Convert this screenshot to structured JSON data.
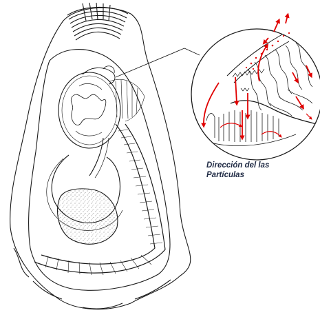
{
  "caption": {
    "line1": "Dirección del las",
    "line2": "Partículas"
  },
  "colors": {
    "ink": "#1a1a1a",
    "arrow": "#e00000",
    "background": "#ffffff"
  },
  "figure": {
    "subject": "oyster-anatomy",
    "inset": "gill-filament-closeup"
  }
}
